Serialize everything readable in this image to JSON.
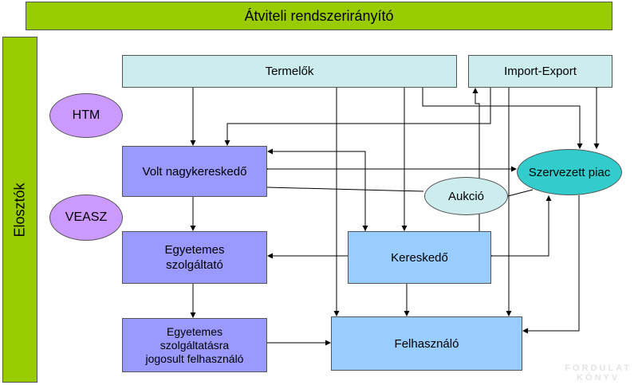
{
  "nodes": {
    "tso": "Átviteli rendszerirányító",
    "distributors": "Elosztók",
    "producers": "Termelők",
    "import_export": "Import-Export",
    "htm": "HTM",
    "former_wholesaler": "Volt nagykereskedő",
    "organized_market": "Szervezett piac",
    "auction": "Aukció",
    "veasz": "VEASZ",
    "universal_provider": [
      "Egyetemes",
      "szolgáltató"
    ],
    "trader": "Kereskedő",
    "eligible_consumer": [
      "Egyetemes",
      "szolgáltatásra",
      "jogosult felhasználó"
    ],
    "consumer": "Felhasználó"
  },
  "watermark": [
    "FORDULAT",
    "KÖNYV"
  ]
}
